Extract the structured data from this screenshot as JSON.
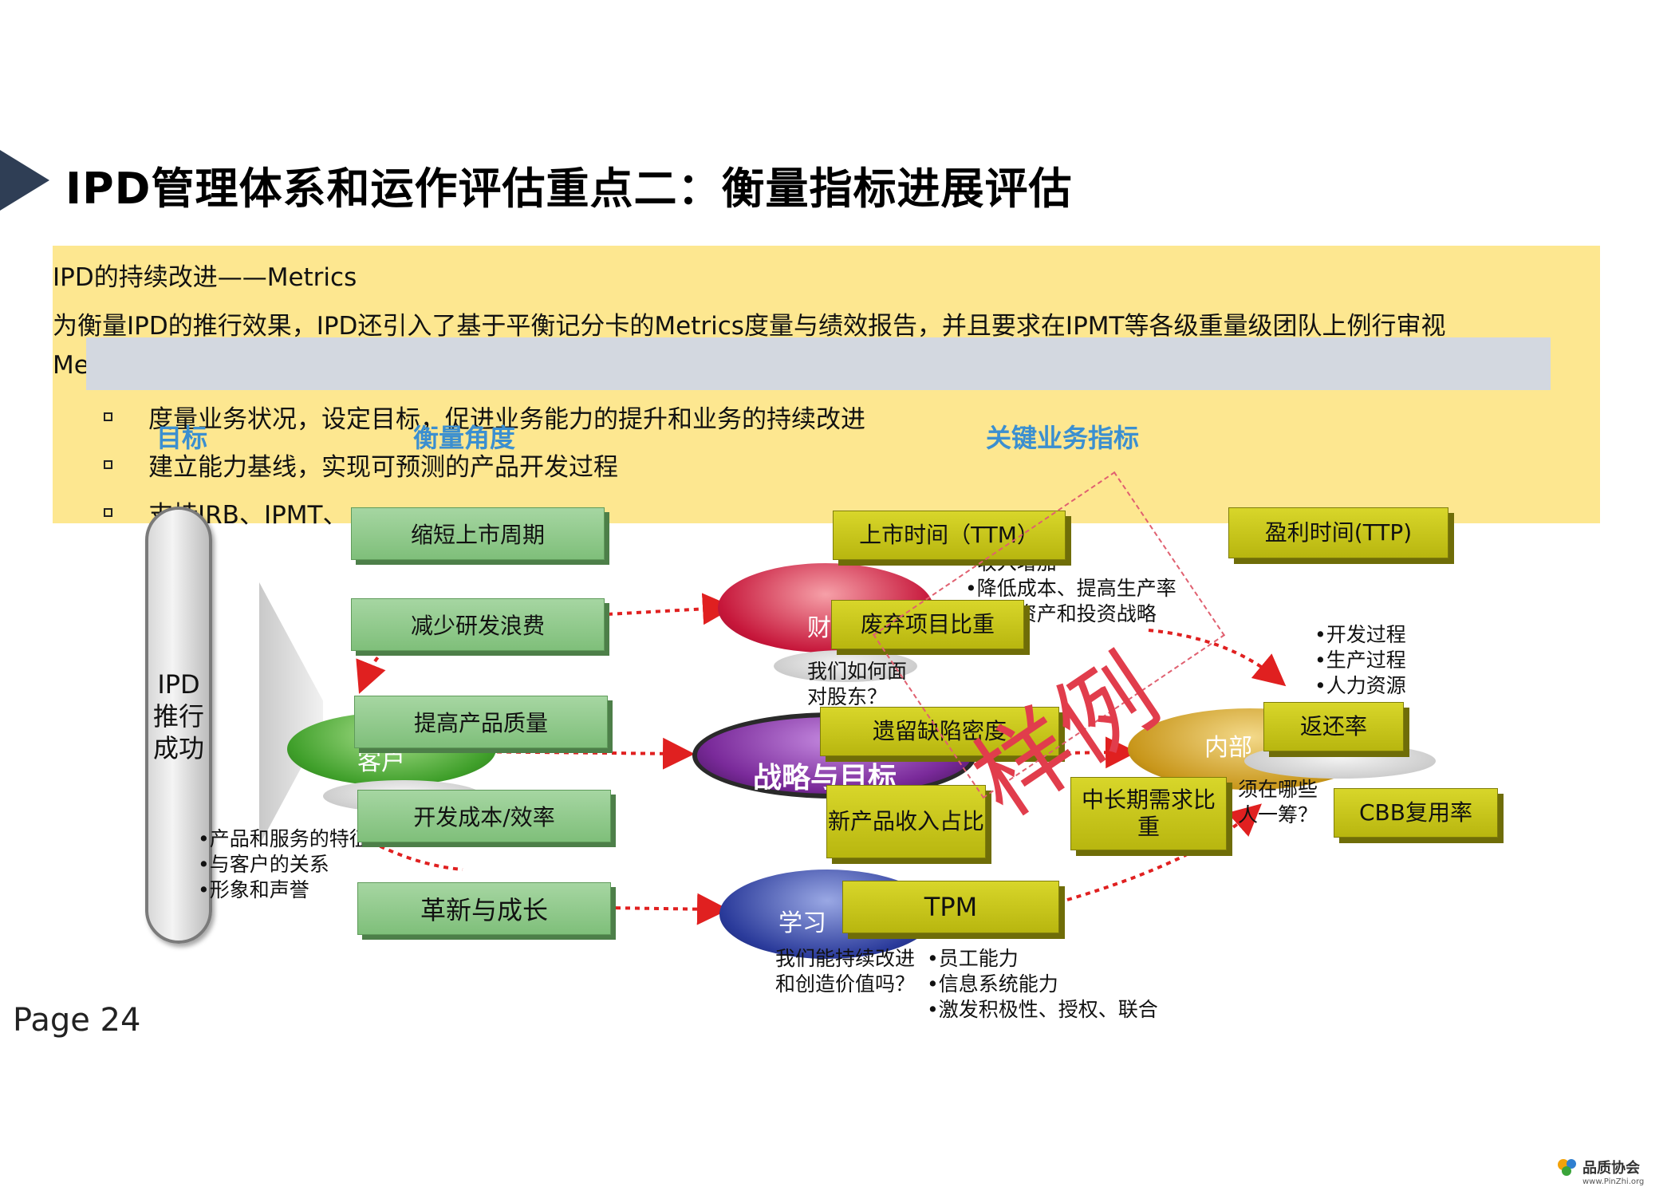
{
  "title": "IPD管理体系和运作评估重点二：衡量指标进展评估",
  "info_box": {
    "line1": "IPD的持续改进——Metrics",
    "line2": "为衡量IPD的推行效果，IPD还引入了基于平衡记分卡的Metrics度量与绩效报告，并且要求在IPMT等各级重量级团队上例行审视",
    "line3_fragment": "Me",
    "bullets": [
      "度量业务状况，设定目标，促进业务能力的提升和业务的持续改进",
      "建立能力基线，实现可预测的产品开发过程",
      "支持IRB、IPMT、"
    ]
  },
  "headers": {
    "goal": "目标",
    "angle": "衡量角度",
    "kpi": "关键业务指标"
  },
  "ipd_pill": [
    "IPD",
    "推行",
    "成功"
  ],
  "green_boxes": [
    "缩短上市周期",
    "减少研发浪费",
    "提高产品质量",
    "开发成本/效率",
    "革新与成长"
  ],
  "ellipses": {
    "finance": "财",
    "strategy": "战略与目标",
    "customer": "客户",
    "learning": "学习",
    "internal": "内部"
  },
  "kpi_boxes": {
    "ttm": "上市时间（TTM）",
    "ttp": "盈利时间(TTP)",
    "abandon": "废弃项目比重",
    "defect": "遗留缺陷密度",
    "new_revenue": "新产品收入占比",
    "long_term": "中长期需求比重",
    "return_rate": "返还率",
    "cbb": "CBB复用率",
    "tpm": "TPM"
  },
  "finance_notes": [
    "•收入增加",
    "•降低成本、提高生产率",
    "•利用资产和投资战略"
  ],
  "finance_question": [
    "我们如何面",
    "对股东？"
  ],
  "internal_notes": [
    "•开发过程",
    "•生产过程",
    "•人力资源"
  ],
  "internal_question": [
    "须在哪些",
    "人一筹？"
  ],
  "customer_notes": [
    "•产品和服务的特征",
    "•与客户的关系",
    "•形象和声誉"
  ],
  "learning_question": [
    "我们能持续改进",
    "和创造价值吗？"
  ],
  "learning_notes": [
    "•员工能力",
    "•信息系统能力",
    "•激发积极性、授权、联合"
  ],
  "stamp": "样例",
  "page": "Page 24",
  "logo": {
    "name": "品质协会",
    "url": "www.PinZhi.org"
  },
  "colors": {
    "title_arrow": "#2f3e55",
    "info_box": "#fde68a",
    "header_blue": "#3b8fd0",
    "green_box": "#8fca8a",
    "kpi_box": "#c8c61a",
    "arrow_red": "#e02020",
    "stamp_red": "#e13d4c"
  }
}
